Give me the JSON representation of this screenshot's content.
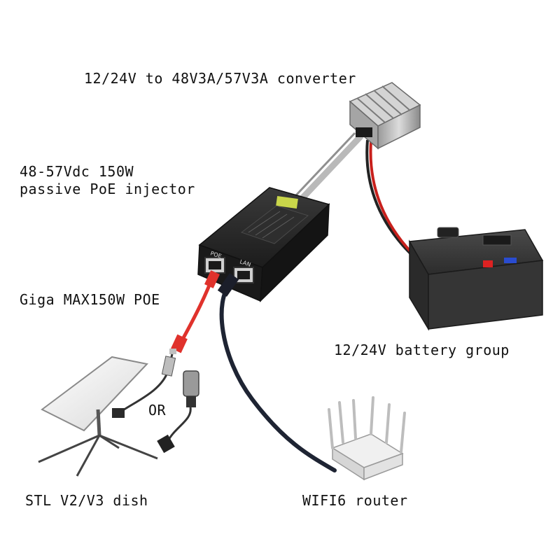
{
  "labels": {
    "converter": "12/24V to 48V3A/57V3A converter",
    "injector_line1": "48-57Vdc 150W",
    "injector_line2": "passive PoE injector",
    "cable": "Giga MAX150W POE",
    "battery": "12/24V battery group",
    "or": "OR",
    "dish": "STL V2/V3 dish",
    "router": "WIFI6 router"
  },
  "injector_ports": {
    "poe": "POE",
    "lan": "LAN"
  },
  "colors": {
    "background": "#ffffff",
    "text": "#111111",
    "poe_cable": "#e0322c",
    "lan_cable": "#1e2433",
    "battery_cable": "#c8201c"
  }
}
